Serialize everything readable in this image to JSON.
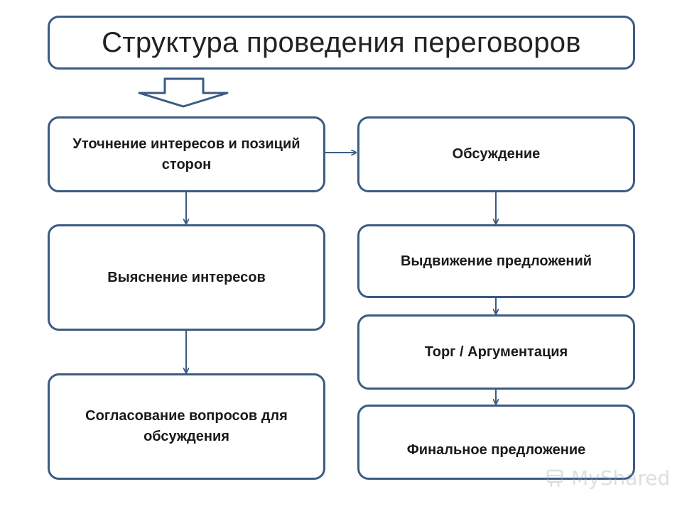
{
  "title": "Структура проведения переговоров",
  "left_column": {
    "step1": "Уточнение интересов и позиций сторон",
    "step2": "Выяснение интересов",
    "step3": "Согласование вопросов для обсуждения"
  },
  "right_column": {
    "step1": "Обсуждение",
    "step2": "Выдвижение предложений",
    "step3": "Торг / Аргументация",
    "step4": "Финальное предложение"
  },
  "watermark": "MyShared",
  "colors": {
    "border": "#3b5b82",
    "arrow": "#3b5b82",
    "text": "#1a1a1a"
  }
}
